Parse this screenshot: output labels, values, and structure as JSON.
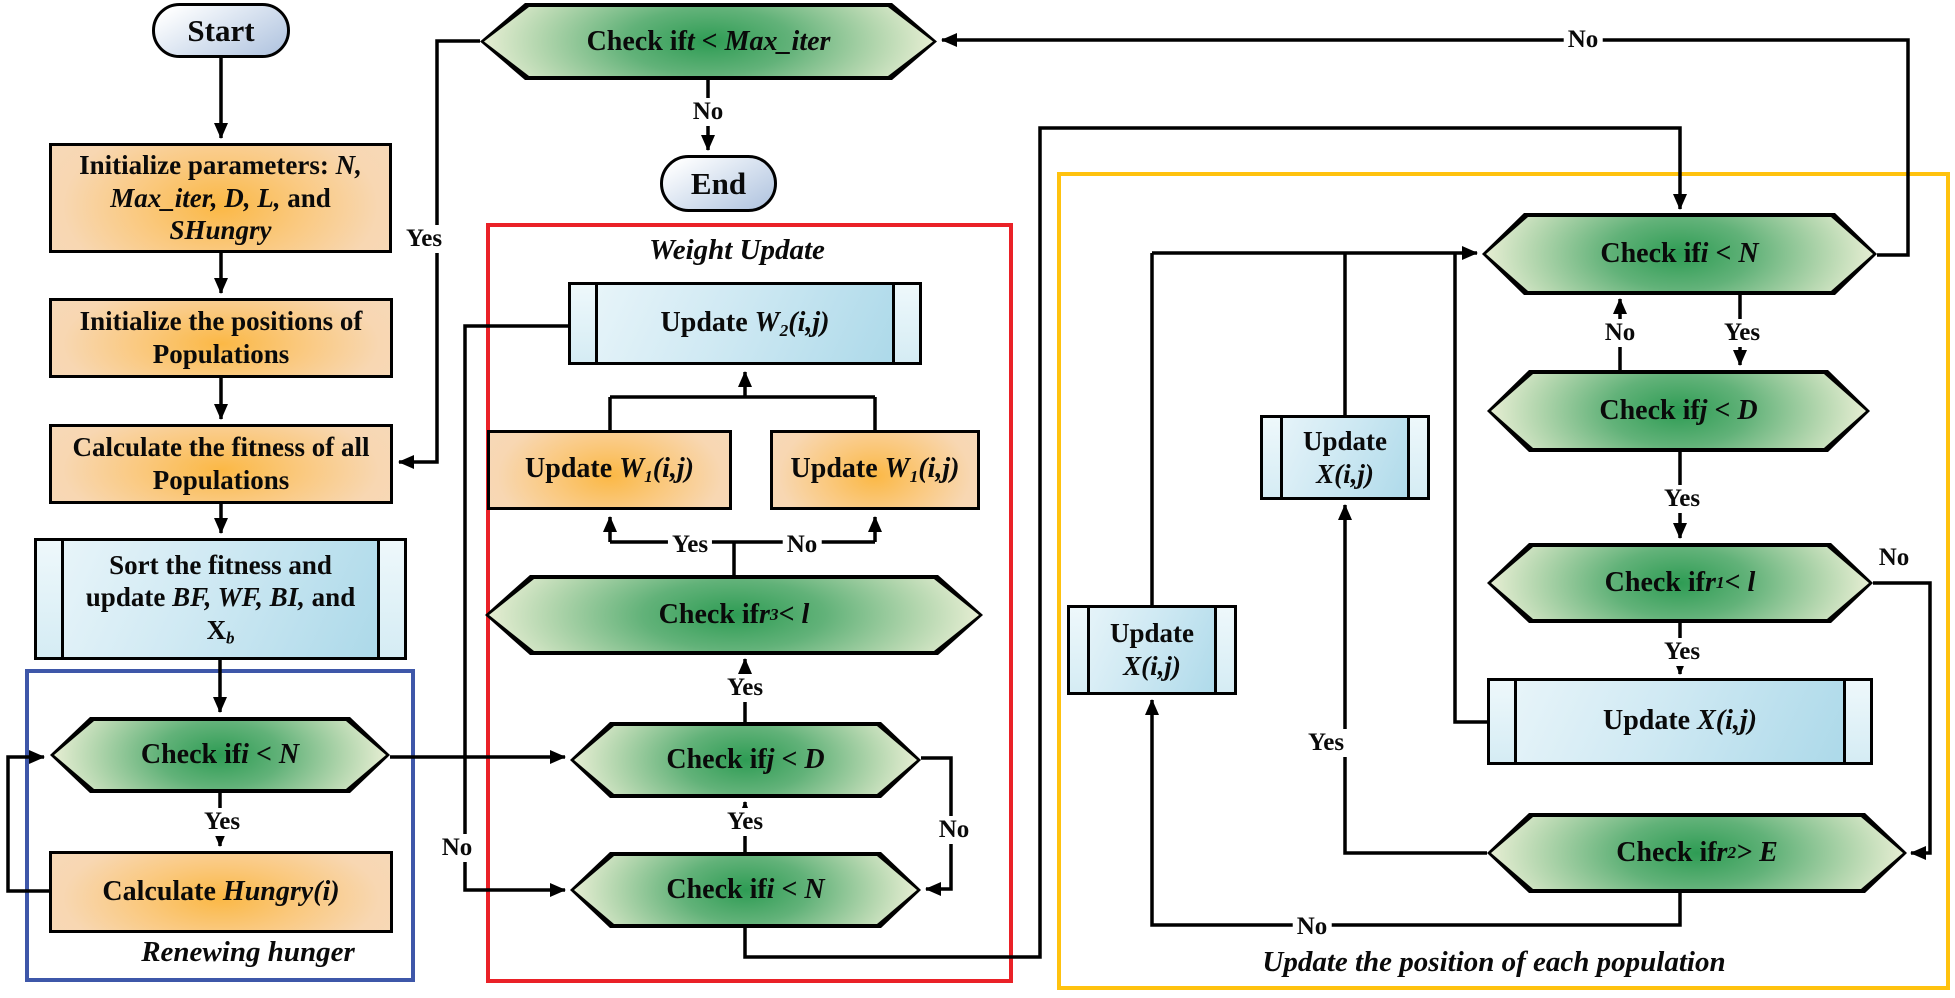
{
  "edge_labels": {
    "yes": "Yes",
    "no": "No"
  },
  "colors": {
    "line": "#000000",
    "region_blue_border": "#3e57a9",
    "region_red_border": "#ea2127",
    "region_yellow_border": "#ffc20e",
    "hexagon_center_green": "#2e9c54",
    "hexagon_edge_cream": "#eff2dc",
    "process_orange_center": "#fbb845",
    "process_orange_edge": "#f8d8b8",
    "predefined_blue": "#a8d7e8",
    "terminal_blue": "#aec2de"
  },
  "regions": {
    "renewing_hunger": {
      "label": "Renewing hunger"
    },
    "weight_update": {
      "label": "Weight Update"
    },
    "position_update": {
      "label": "Update the position of each population"
    }
  },
  "nodes": {
    "start": {
      "label": "Start"
    },
    "end": {
      "label": "End"
    },
    "init_params": {
      "l1": "Initialize parameters: ",
      "l1v": "N,",
      "l2v": "Max_iter, D, L,",
      "l2": " and",
      "l3v": "SHungry"
    },
    "init_positions": {
      "l1": "Initialize the positions of",
      "l2": "Populations"
    },
    "calc_fitness": {
      "l1": "Calculate the fitness of all",
      "l2": "Populations"
    },
    "sort_fitness": {
      "l1": "Sort the fitness and",
      "l2a": "update ",
      "l2v": "BF, WF, BI,",
      "l2b": " and",
      "l3v": "X",
      "l3sub": "b"
    },
    "check_t": {
      "pre": "Check if ",
      "expr": "t < Max_iter"
    },
    "check_i_left": {
      "pre": "Check if ",
      "expr": "i < N"
    },
    "calc_hungry": {
      "pre": "Calculate ",
      "expr": "Hungry(i)"
    },
    "update_w2": {
      "pre": "Update ",
      "var": "W",
      "sub": "2",
      "post": "(i,j)"
    },
    "update_w1_left": {
      "pre": "Update ",
      "var": "W",
      "sub": "1",
      "post": "(i,j)"
    },
    "update_w1_right": {
      "pre": "Update ",
      "var": "W",
      "sub": "1",
      "post": "(i,j)"
    },
    "check_r3": {
      "pre": "Check if ",
      "var": "r",
      "sub": "3",
      "post": " < l"
    },
    "check_j_red": {
      "pre": "Check if ",
      "expr": "j < D"
    },
    "check_i_red": {
      "pre": "Check if ",
      "expr": "i < N"
    },
    "check_i_yellow": {
      "pre": "Check if ",
      "expr": "i < N"
    },
    "check_j_yellow": {
      "pre": "Check if ",
      "expr": "j < D"
    },
    "check_r1": {
      "pre": "Check if ",
      "var": "r",
      "sub": "1",
      "post": " < l"
    },
    "update_x_big": {
      "pre": "Update ",
      "expr": "X(i,j)"
    },
    "update_x_upper": {
      "l1": "Update",
      "l2": "X(i,j)"
    },
    "update_x_lower": {
      "l1": "Update",
      "l2": "X(i,j)"
    },
    "check_r2": {
      "pre": "Check if ",
      "var": "r",
      "sub": "2",
      "post": " > E"
    }
  }
}
